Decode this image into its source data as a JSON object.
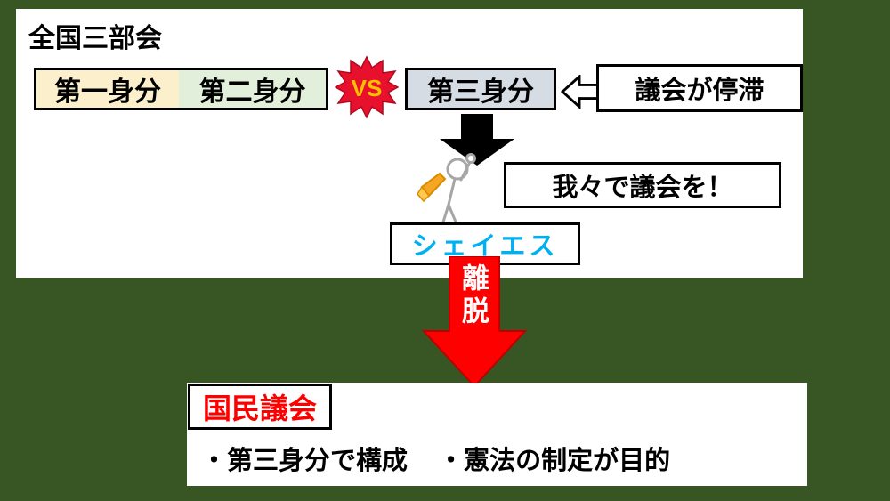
{
  "colors": {
    "background": "#375623",
    "first_estate_bg": "#FBF0CB",
    "second_estate_bg": "#E2EFDA",
    "third_estate_bg": "#D6DCE4",
    "vs_badge_red": "#E8112D",
    "vs_text_yellow": "#FFC000",
    "sieyes_text_blue": "#00B0F0",
    "secession_arrow_red": "#FF0000",
    "assembly_title_red": "#FF0000"
  },
  "top_panel": {
    "title": "全国三部会",
    "estates": [
      {
        "label": "第一身分"
      },
      {
        "label": "第二身分"
      },
      {
        "label": "第三身分"
      }
    ],
    "vs_label": "VS",
    "stagnation_label": "議会が停滞",
    "speech_label": "我々で議会を！",
    "person_name": "シェイエス"
  },
  "transition": {
    "label": "離脱"
  },
  "bottom_panel": {
    "title": "国民議会",
    "bullets": [
      "・第三身分で構成",
      "・憲法の制定が目的"
    ]
  }
}
